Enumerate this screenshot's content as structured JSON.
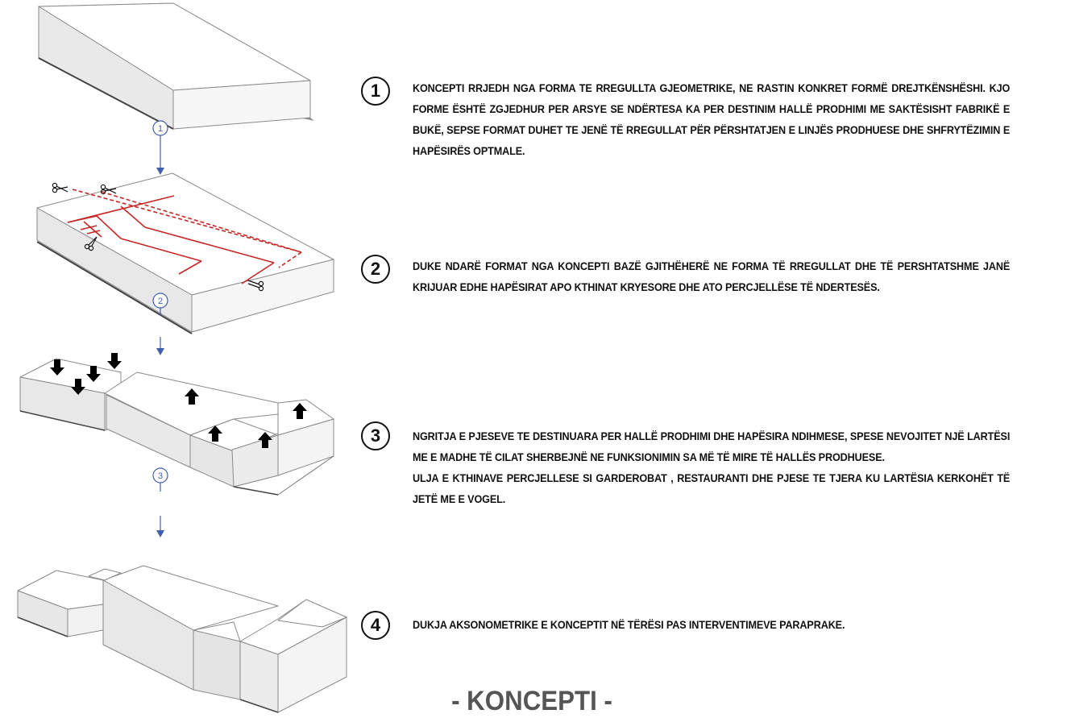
{
  "steps": [
    {
      "number": "1",
      "paragraphs": [
        " KONCEPTI RRJEDH NGA FORMA TE RREGULLTA GJEOMETRIKE, NE RASTIN KONKRET FORMË DREJTKËNSHËSHI. KJO FORME ËSHTË ZGJEDHUR PER ARSYE SE NDËRTESA KA PER DESTINIM HALLË PRODHIMI ME SAKTËSISHT FABRIKË E BUKË, SEPSE FORMAT DUHET TE JENË TË RREGULLAT PËR PËRSHTATJEN E LINJËS PRODHUESE DHE SHFRYTËZIMIN E HAPËSIRËS OPTMALE."
      ]
    },
    {
      "number": "2",
      "paragraphs": [
        "DUKE NDARË FORMAT NGA KONCEPTI BAZË GJITHËHERË NE FORMA TË RREGULLAT DHE TË PERSHTATSHME JANË KRIJUAR EDHE HAPËSIRAT APO KTHINAT KRYESORE DHE ATO PERCJELLËSE TË NDERTESËS."
      ]
    },
    {
      "number": "3",
      "paragraphs": [
        "NGRITJA E PJESEVE TE DESTINUARA PER HALLË PRODHIMI DHE HAPËSIRA NDIHMESE, SPESE NEVOJITET NJË LARTËSI ME E MADHE TË CILAT SHERBEJNË NE FUNKSIONIMIN SA MË TË MIRE TË HALLËS PRODHUESE.",
        "ULJA E KTHINAVE PERCJELLESE SI GARDEROBAT , RESTAURANTI DHE PJESE TE TJERA KU LARTËSIA KERKOHËT TË JETË ME E VOGEL."
      ]
    },
    {
      "number": "4",
      "paragraphs": [
        "DUKJA AKSONOMETRIKE E KONCEPTIT NË TËRËSI PAS INTERVENTIMEVE PARAPRAKE."
      ]
    }
  ],
  "arrow_labels": [
    "1",
    "2",
    "3"
  ],
  "title": "- KONCEPTI -",
  "colors": {
    "cut_line": "#c62828",
    "flow_arrow": "#3f5fae",
    "text": "#111111",
    "title": "#555555"
  },
  "icons": [
    "scissors-icon",
    "arrow-down-icon",
    "arrow-up-icon"
  ]
}
